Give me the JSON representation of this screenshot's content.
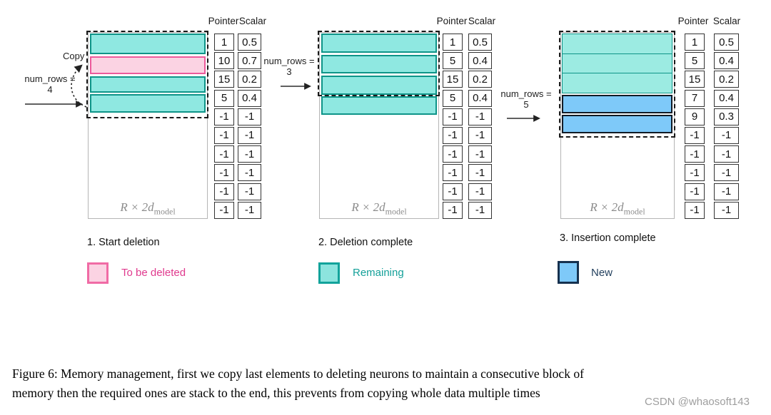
{
  "figure": {
    "caption_line1": "Figure 6: Memory management, first we copy last elements to deleting neurons to maintain a consecutive block of",
    "caption_line2": "memory then the required ones are stack to the end, this prevents from copying whole data multiple times",
    "watermark": "CSDN @whaosoft143"
  },
  "colors": {
    "teal_fill": "#8fe8e1",
    "teal_border": "#0e9488",
    "pink_fill": "#fbd3e3",
    "pink_border": "#ec5a9b",
    "blue_fill": "#7ec9f9",
    "blue_border": "#111b26",
    "pink_text": "#e03a8e",
    "teal_text": "#14a099",
    "blue_text": "#24415f",
    "matrix_label_gray": "#8c8c8c",
    "watermark_gray": "#9e9e9e"
  },
  "panels": [
    {
      "step_caption": "1. Start deletion",
      "copy_label": "Copy",
      "num_rows_label": "num_rows =",
      "num_rows_value": "4",
      "pointer_header": "Pointer",
      "scalar_header": "Scalar",
      "pointer_values": [
        "1",
        "10",
        "15",
        "5",
        "-1",
        "-1",
        "-1",
        "-1",
        "-1",
        "-1"
      ],
      "scalar_values": [
        "0.5",
        "0.7",
        "0.2",
        "0.4",
        "-1",
        "-1",
        "-1",
        "-1",
        "-1",
        "-1"
      ],
      "matrix_label_base": "R × 2d",
      "matrix_label_sub": "model",
      "legend_label": "To be deleted"
    },
    {
      "step_caption": "2. Deletion complete",
      "num_rows_label": "num_rows =",
      "num_rows_value": "3",
      "pointer_header": "Pointer",
      "scalar_header": "Scalar",
      "pointer_values": [
        "1",
        "5",
        "15",
        "5",
        "-1",
        "-1",
        "-1",
        "-1",
        "-1",
        "-1"
      ],
      "scalar_values": [
        "0.5",
        "0.4",
        "0.2",
        "0.4",
        "-1",
        "-1",
        "-1",
        "-1",
        "-1",
        "-1"
      ],
      "matrix_label_base": "R × 2d",
      "matrix_label_sub": "model",
      "legend_label": "Remaining"
    },
    {
      "step_caption": "3. Insertion complete",
      "num_rows_label": "num_rows =",
      "num_rows_value": "5",
      "pointer_header": "Pointer",
      "scalar_header": "Scalar",
      "pointer_values": [
        "1",
        "5",
        "15",
        "7",
        "9",
        "-1",
        "-1",
        "-1",
        "-1",
        "-1"
      ],
      "scalar_values": [
        "0.5",
        "0.4",
        "0.2",
        "0.4",
        "0.3",
        "-1",
        "-1",
        "-1",
        "-1",
        "-1"
      ],
      "matrix_label_base": "R × 2d",
      "matrix_label_sub": "model",
      "legend_label": "New"
    }
  ]
}
